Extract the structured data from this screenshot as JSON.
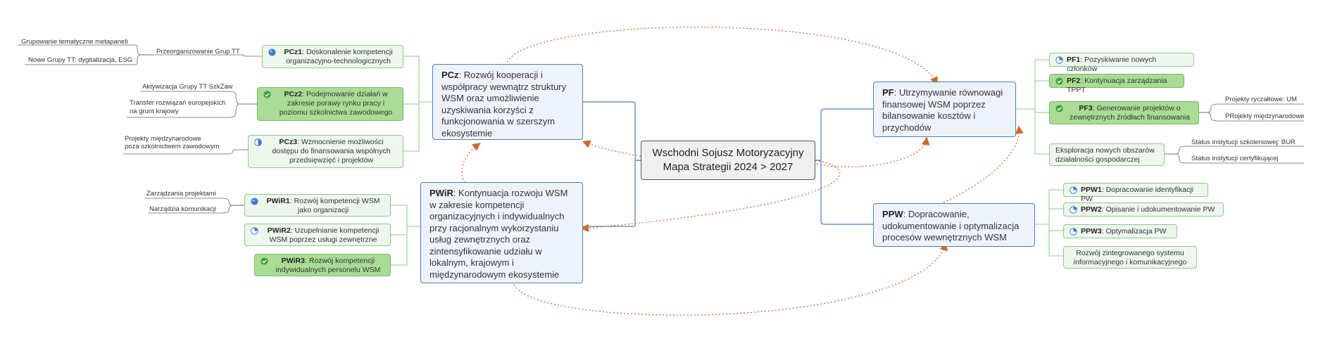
{
  "central": {
    "line1": "Wschodni Sojusz Motoryzacyjny",
    "line2": "Mapa Strategii 2024 > 2027"
  },
  "topics": {
    "pcz": {
      "code": "PCz",
      "text": ": Rozwój kooperacji i współpracy wewnątrz struktury WSM oraz umożliwienie uzyskiwania korzyści z funkcjonowania w szerszym ekosystemie"
    },
    "pwir": {
      "code": "PWiR",
      "text": ": Kontynuacja rozwoju WSM w zakresie kompetencji organizacyjnych i indywidualnych przy racjonalnym wykorzystaniu usług zewnętrznych oraz zintensyfikowanie udziału w lokalnym, krajowym i międzynarodowym ekosystemie"
    },
    "pf": {
      "code": "PF",
      "text": ": Utrzymywanie równowagi finansowej WSM poprzez bilansowanie kosztów i przychodów"
    },
    "ppw": {
      "code": "PPW",
      "text": ": Dopracowanie, udokumentowanie i optymalizacja procesów wewnętrznych WSM"
    }
  },
  "subtopics": {
    "pcz1": {
      "code": "PCz1",
      "text": ": Doskonalenie kompetencji organizacyjno-technologicznych",
      "icon": "progress-full-icon"
    },
    "pcz2": {
      "code": "PCz2",
      "text": ": Podejmowanie działań w zakresie porawy rynku pracy i poziomu szkolnictwa zawodowego",
      "icon": "check-icon"
    },
    "pcz3": {
      "code": "PCz3",
      "text": ": Wzmocnienie możliwości dostępu do finansowania wspólnych przedsięwzięć i projektów",
      "icon": "progress-half-icon"
    },
    "pwir1": {
      "code": "PWiR1",
      "text": ": Rozwój kompetencji WSM jako organizacji",
      "icon": "progress-full-icon"
    },
    "pwir2": {
      "code": "PWiR2",
      "text": ": Uzupełnianie kompetencji WSM poprzez usługi zewnętrzne",
      "icon": "progress-quarter-icon"
    },
    "pwir3": {
      "code": "PWiR3",
      "text": ": Rozwój kompetencji indywidualnych personelu WSM",
      "icon": "check-icon"
    },
    "pf1": {
      "code": "PF1",
      "text": ": Pozyskiwanie nowych członków",
      "icon": "progress-quarter-icon"
    },
    "pf2": {
      "code": "PF2",
      "text": ": Kontynuacja zarządzania TPPT",
      "icon": "check-icon"
    },
    "pf3": {
      "code": "PF3",
      "text": ": Generowanie projektów  o zewnętrznych źródłach finansowania",
      "icon": "check-icon"
    },
    "pf4": {
      "code": "",
      "text": "Eksploracja nowych obszarów działalności gospodarczej",
      "icon": ""
    },
    "ppw1": {
      "code": "PPW1",
      "text": ": Dopracowanie identyfikacji PW",
      "icon": "progress-quarter-icon"
    },
    "ppw2": {
      "code": "PPW2",
      "text": ": Opisanie i udokumentowanie PW",
      "icon": "progress-quarter-icon"
    },
    "ppw3": {
      "code": "PPW3",
      "text": ": Optymalizacja PW",
      "icon": "progress-quarter-icon"
    },
    "ppw4": {
      "code": "",
      "text": "Rozwój zintegrowanego systemu informacyjnego i komunikacyjnego",
      "icon": ""
    }
  },
  "leaves": {
    "pcz1_a": "Przeorganizowanie Grup TT",
    "pcz1_a1": "Grupowanie tematyczne metapaneli",
    "pcz1_a2": "Nowe Grupy TT: dygitalizacja, ESG",
    "pcz2_a": "Aktywizacja Grupy TT SzkZaw",
    "pcz2_b1": "Transfer rozwiązań europejskich",
    "pcz2_b2": "na grunt krajowy",
    "pcz3_a1": "Projekty międzynarodowe",
    "pcz3_a2": " poza szkolnictwem zawodowym",
    "pwir1_a": "Zarządzania projektami",
    "pwir1_b": "Narządzia komunikacji",
    "pf3_a": "Projekty ryczałtowe: UM",
    "pf3_b": "PRojekty międzynarodowe",
    "pf4_a": "Status instytucji szkoleniowej: BUR",
    "pf4_b": "Status instytucji certyfikującej"
  },
  "colors": {
    "topic_border": "#4a7ebb",
    "topic_fill": "#eef3fb",
    "sub_border": "#8cc98a",
    "sub_fill": "#edf7ec",
    "done_fill": "#a9dc94",
    "relation": "#d2692a",
    "progress": "#3b78d8",
    "check": "#3aa13a"
  }
}
